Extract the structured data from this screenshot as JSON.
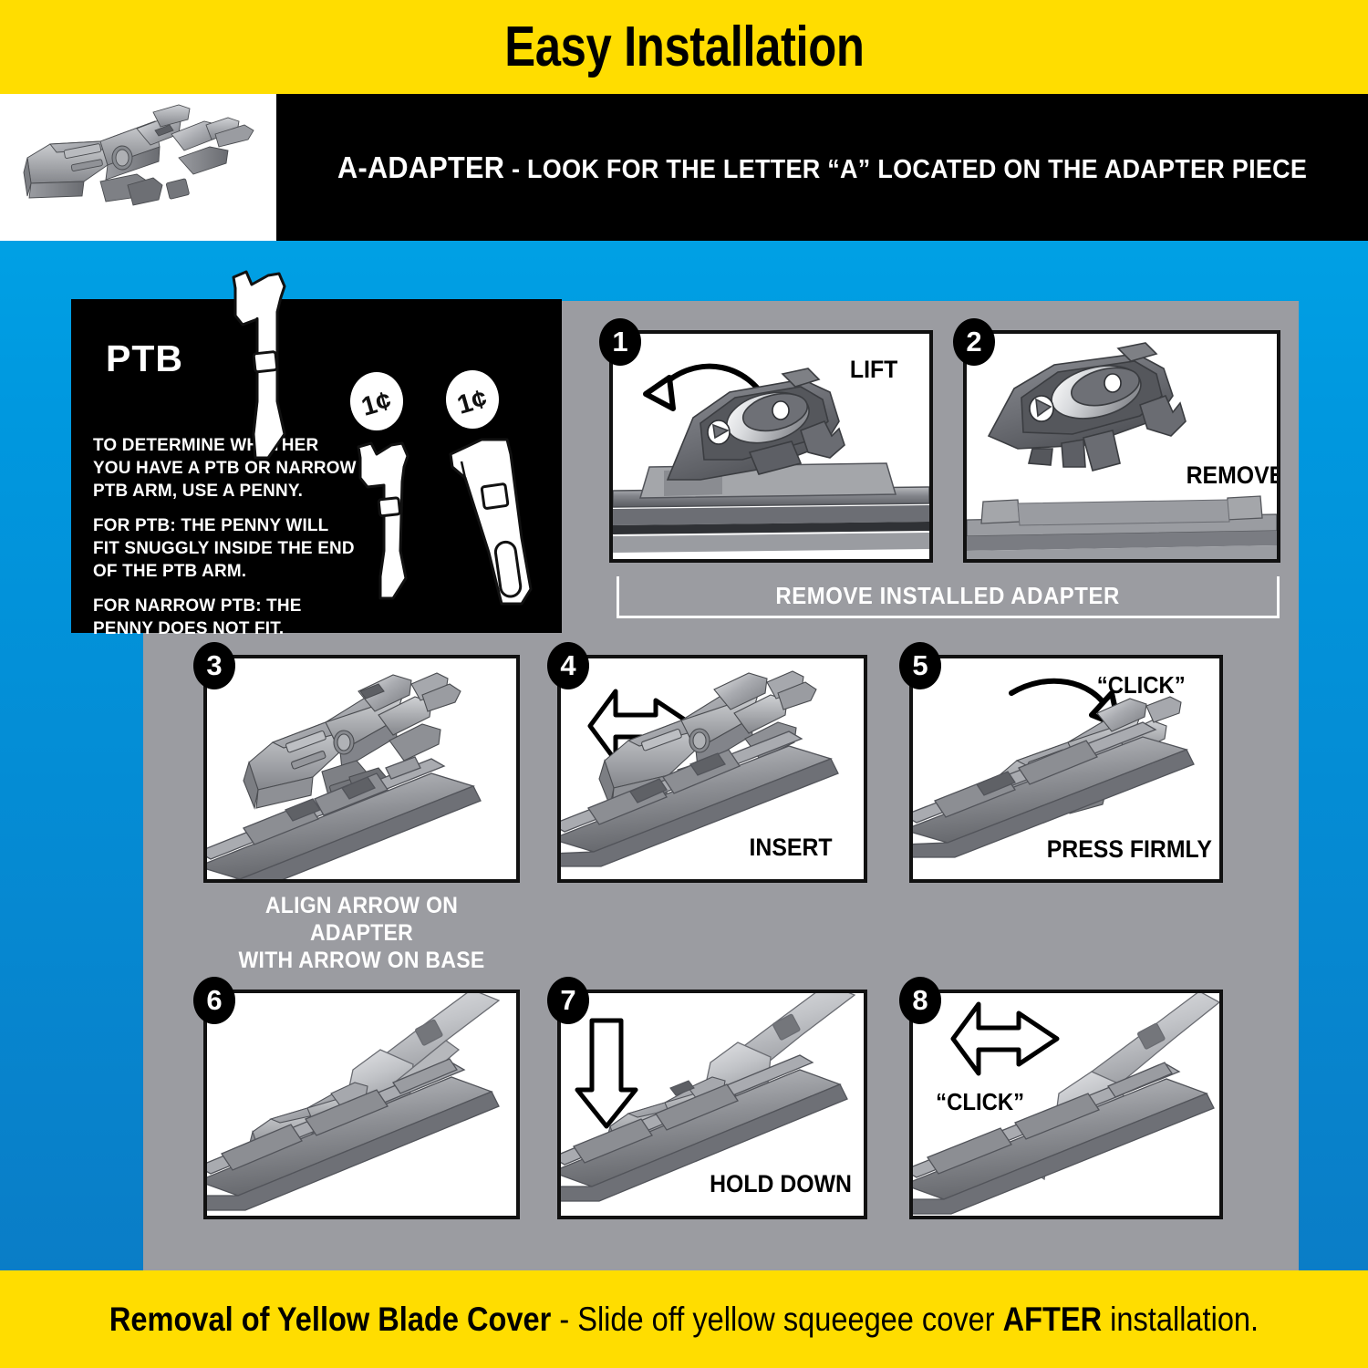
{
  "header": {
    "title": "Easy Installation",
    "adapter_lead": "A-ADAPTER",
    "adapter_rest": " - LOOK FOR THE LETTER “A” LOCATED ON THE ADAPTER PIECE"
  },
  "ptb": {
    "title": "PTB",
    "intro": "TO DETERMINE WHETHER YOU HAVE A PTB OR NARROW PTB ARM, USE A PENNY.",
    "for_ptb_label": "FOR PTB:",
    "for_ptb_text": " THE PENNY WILL FIT SNUGGLY INSIDE THE END OF THE PTB ARM.",
    "for_narrow_label": "FOR NARROW PTB:",
    "for_narrow_text": " THE PENNY DOES NOT FIT.",
    "penny_label": "1¢"
  },
  "groups": {
    "remove_installed_adapter": "REMOVE INSTALLED ADAPTER"
  },
  "captions": {
    "align_arrow": "ALIGN ARROW ON ADAPTER\nWITH ARROW ON BASE"
  },
  "steps": [
    {
      "number": "1",
      "label": "LIFT"
    },
    {
      "number": "2",
      "label": "REMOVE"
    },
    {
      "number": "3",
      "label": ""
    },
    {
      "number": "4",
      "label": "INSERT"
    },
    {
      "number": "5",
      "label": "PRESS FIRMLY",
      "extra_label": "“CLICK”"
    },
    {
      "number": "6",
      "label": ""
    },
    {
      "number": "7",
      "label": "HOLD DOWN"
    },
    {
      "number": "8",
      "label": "",
      "extra_label": "“CLICK”"
    }
  ],
  "footer": {
    "bold_part": "Removal of Yellow Blade Cover",
    "dash": "  -  ",
    "reg_part_1": "Slide off yellow squeegee cover ",
    "bold_part_2": "AFTER",
    "reg_part_2": " installation."
  },
  "colors": {
    "yellow": "#FFDD00",
    "blue_top": "#00ACEC",
    "blue_bottom": "#0B7AC4",
    "gray_panel": "#9B9CA1",
    "black": "#000000"
  }
}
